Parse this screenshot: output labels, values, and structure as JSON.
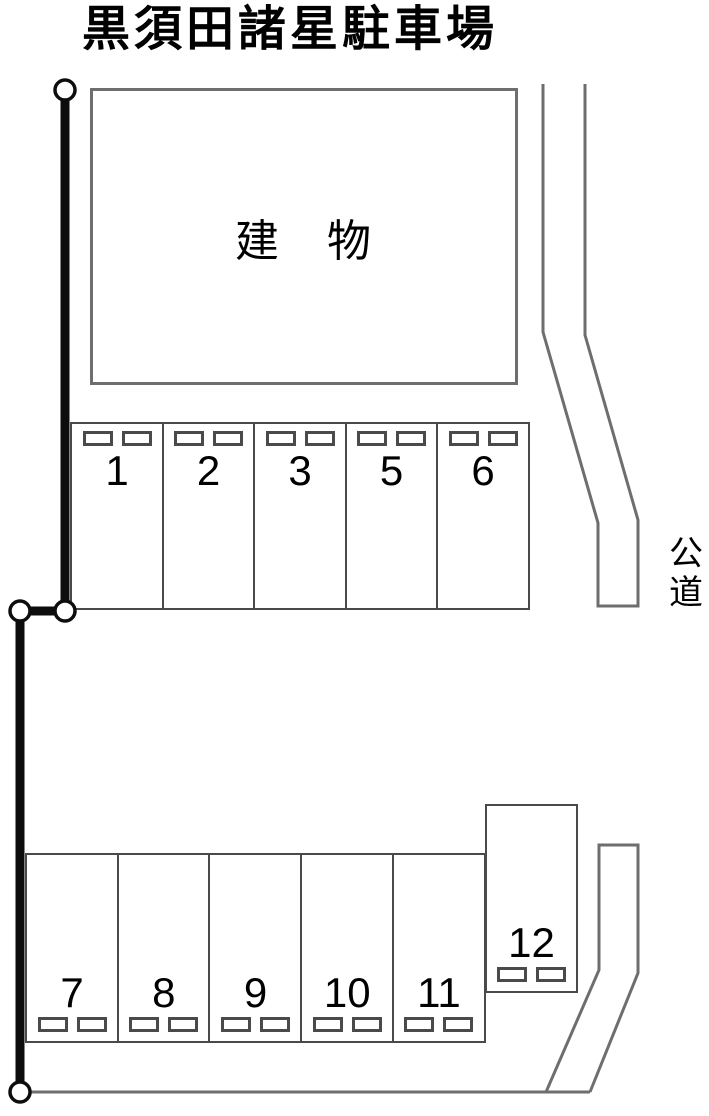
{
  "title": "黒須田諸星駐車場",
  "building": {
    "label": "建　物"
  },
  "road": {
    "label": "公道"
  },
  "parking": {
    "row_top": {
      "stalls": [
        "1",
        "2",
        "3",
        "5",
        "6"
      ]
    },
    "row_bottom": {
      "stalls": [
        "7",
        "8",
        "9",
        "10",
        "11"
      ]
    },
    "stall_12": "12"
  },
  "colors": {
    "boundary_black": "#0d0d0d",
    "road_gray": "#6e6e6e",
    "stall_border_gray": "#4a4a4a",
    "background": "#ffffff",
    "text": "#000000"
  }
}
